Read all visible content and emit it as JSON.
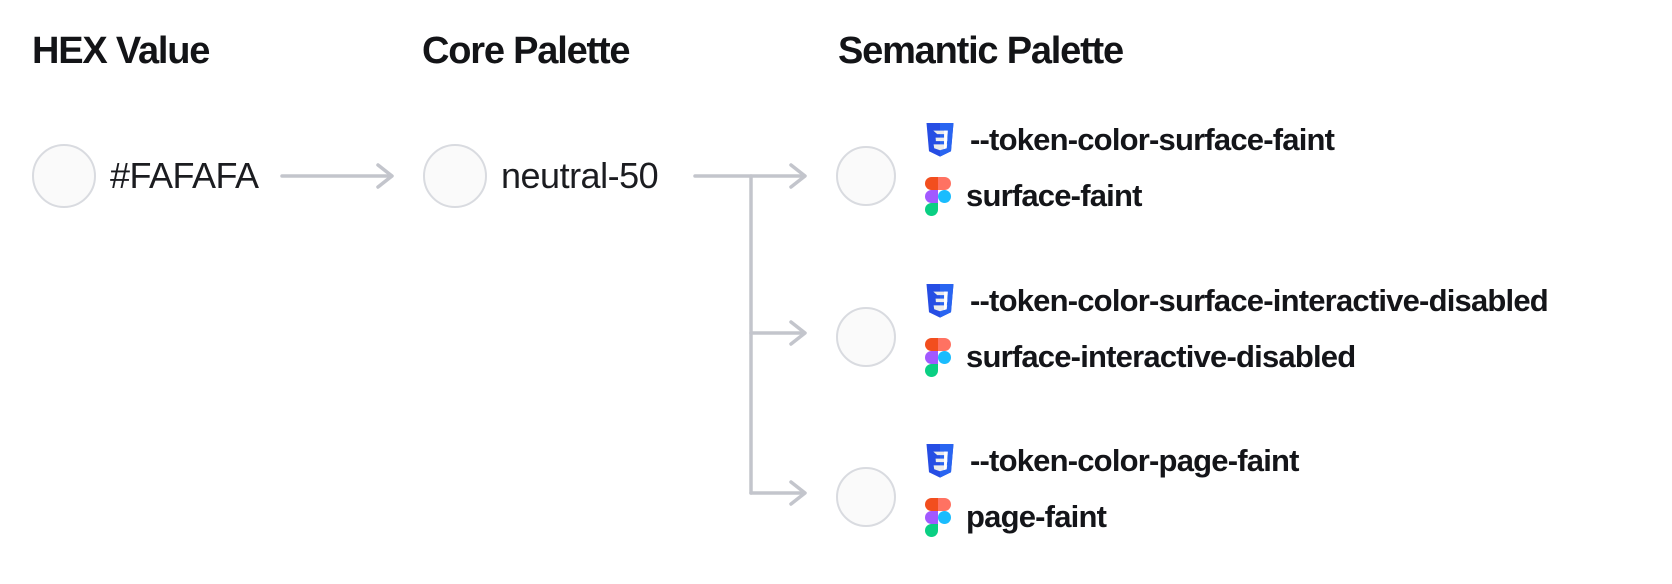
{
  "columns": {
    "hex": {
      "title": "HEX Value"
    },
    "core": {
      "title": "Core Palette"
    },
    "semantic": {
      "title": "Semantic Palette"
    }
  },
  "hex_node": {
    "label": "#FAFAFA",
    "swatch_color": "#FAFAFA"
  },
  "core_node": {
    "label": "neutral-50",
    "swatch_color": "#FAFAFA"
  },
  "semantic_tokens": [
    {
      "css_var": "--token-color-surface-faint",
      "figma_name": "surface-faint",
      "swatch_color": "#FAFAFA"
    },
    {
      "css_var": "--token-color-surface-interactive-disabled",
      "figma_name": "surface-interactive-disabled",
      "swatch_color": "#FAFAFA"
    },
    {
      "css_var": "--token-color-page-faint",
      "figma_name": "page-faint",
      "swatch_color": "#FAFAFA"
    }
  ],
  "icons": {
    "css": "css3-shield-icon",
    "figma": "figma-logo-icon"
  },
  "colors": {
    "swatch_fill": "#FAFAFA",
    "swatch_border": "#D9DBE0",
    "connector": "#C3C5CC",
    "text": "#17181C",
    "css_logo_left": "#264DE4",
    "css_logo_right": "#2965F1",
    "figma_orange": "#F24E1E",
    "figma_salmon": "#FF7262",
    "figma_purple": "#A259FF",
    "figma_blue": "#1ABCFE",
    "figma_green": "#0ACF83"
  }
}
